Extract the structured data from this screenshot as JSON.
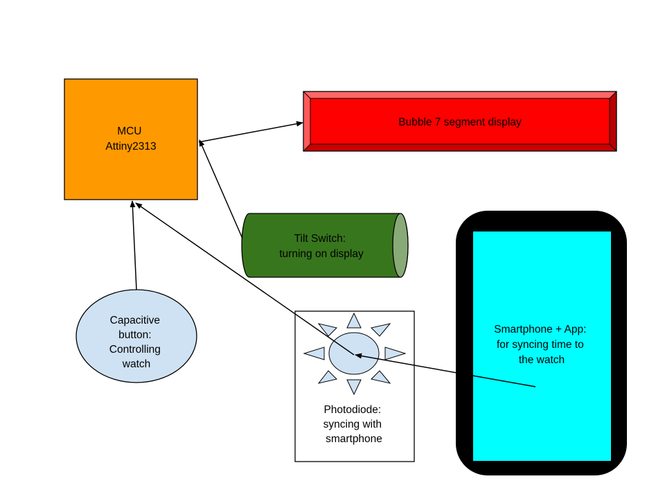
{
  "nodes": {
    "mcu": {
      "lines": [
        "MCU",
        "Attiny2313"
      ],
      "color": "#ff9900"
    },
    "display": {
      "lines": [
        "Bubble 7 segment display"
      ],
      "color": "#ff0000"
    },
    "tilt_switch": {
      "lines": [
        "Tilt Switch:",
        "turning on display"
      ],
      "color": "#38761d"
    },
    "capacitive_button": {
      "lines": [
        "Capacitive",
        "button:",
        "Controlling",
        "watch"
      ],
      "color": "#cfe2f3"
    },
    "photodiode": {
      "lines": [
        "Photodiode:",
        "syncing with",
        "smartphone"
      ],
      "color": "#cfe2f3"
    },
    "smartphone": {
      "lines": [
        "Smartphone + App:",
        "for syncing time to",
        "the watch"
      ],
      "color": "#00ffff"
    }
  }
}
